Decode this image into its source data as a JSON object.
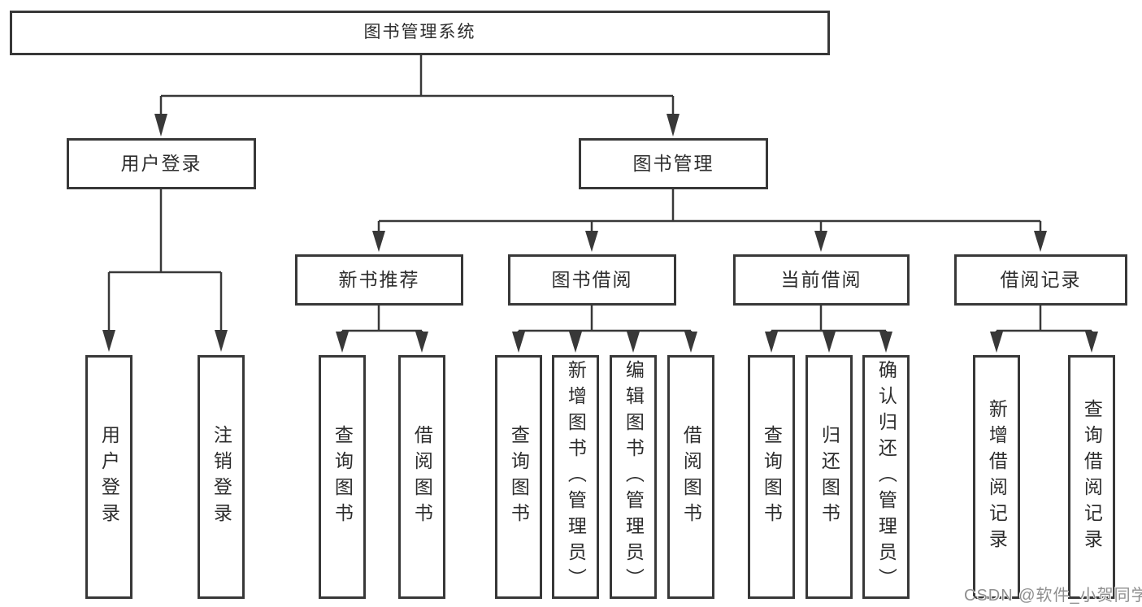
{
  "colors": {
    "line": "#383838",
    "text": "#2d2d2d",
    "box_background": "#ffffff",
    "page_background": "#ffffff",
    "watermark": "#8f8f8f"
  },
  "tree": {
    "root": {
      "label": "图书管理系统"
    },
    "branches": [
      {
        "label": "用户登录",
        "children": [
          {
            "label": "用户登录"
          },
          {
            "label": "注销登录"
          }
        ]
      },
      {
        "label": "图书管理",
        "children": [
          {
            "label": "新书推荐",
            "children": [
              {
                "label": "查询图书"
              },
              {
                "label": "借阅图书"
              }
            ]
          },
          {
            "label": "图书借阅",
            "children": [
              {
                "label": "查询图书"
              },
              {
                "label": "新增图书（管理员）"
              },
              {
                "label": "编辑图书（管理员）"
              },
              {
                "label": "借阅图书"
              }
            ]
          },
          {
            "label": "当前借阅",
            "children": [
              {
                "label": "查询图书"
              },
              {
                "label": "归还图书"
              },
              {
                "label": "确认归还（管理员）"
              }
            ]
          },
          {
            "label": "借阅记录",
            "children": [
              {
                "label": "新增借阅记录"
              },
              {
                "label": "查询借阅记录"
              }
            ]
          }
        ]
      }
    ]
  },
  "watermark": {
    "text": "CSDN @软件_小贺同学"
  }
}
